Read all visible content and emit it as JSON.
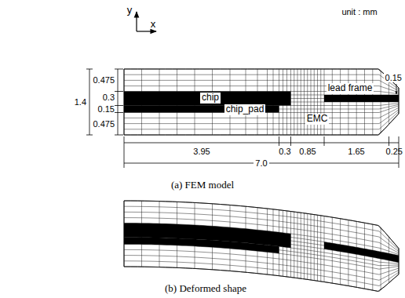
{
  "diagram": {
    "labels": [
      "y",
      "x",
      "unit : mm",
      "0.475",
      "0.3",
      "0.15",
      "0.475",
      "1.4",
      "chip",
      "chip_pad",
      "EMC",
      "lead frame",
      "0.15",
      "3.95",
      "0.3",
      "0.85",
      "1.65",
      "0.25",
      "7.0",
      "(a) FEM model",
      "(b) Deformed shape"
    ]
  }
}
